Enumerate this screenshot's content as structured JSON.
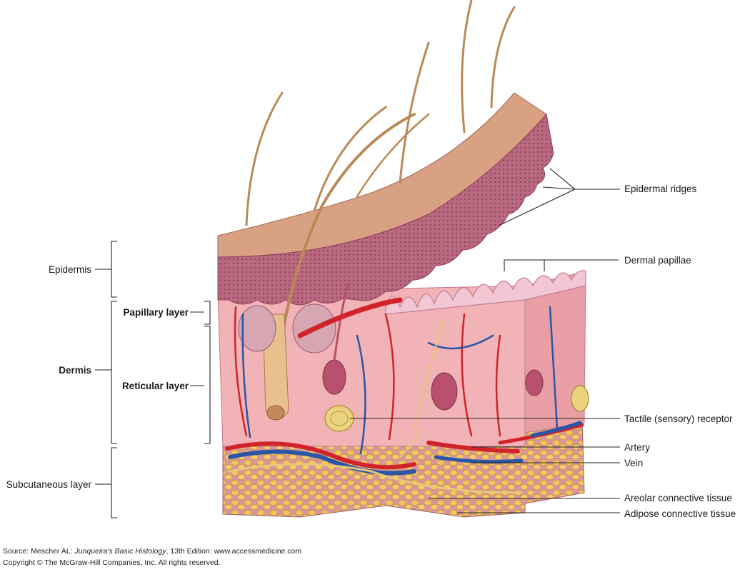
{
  "labels_right": {
    "epidermal_ridges": "Epidermal ridges",
    "dermal_papillae": "Dermal papillae",
    "tactile_receptor": "Tactile (sensory) receptor",
    "artery": "Artery",
    "vein": "Vein",
    "areolar": "Areolar connective tissue",
    "adipose": "Adipose connective tissue"
  },
  "labels_left": {
    "epidermis": "Epidermis",
    "papillary_layer": "Papillary layer",
    "dermis": "Dermis",
    "reticular_layer": "Reticular layer",
    "subcutaneous": "Subcutaneous layer"
  },
  "caption": {
    "source_prefix": "Source: Mescher AL: ",
    "source_title": "Junqueira's Basic Histology",
    "source_suffix": ", 13th Edition: www.accessmedicine.com",
    "copyright": "Copyright © The McGraw-Hill Companies, Inc. All rights reserved."
  },
  "colors": {
    "stratum_corneum": "#d9a184",
    "epidermis": "#b9697f",
    "dermis": "#f1b3b5",
    "papillae": "#f2c6d2",
    "hypodermis": "#d9969a",
    "fat": "#f0c85a",
    "artery": "#d1232a",
    "vein": "#2a56a8",
    "nerve": "#e6c878",
    "hair": "#b98a58"
  }
}
